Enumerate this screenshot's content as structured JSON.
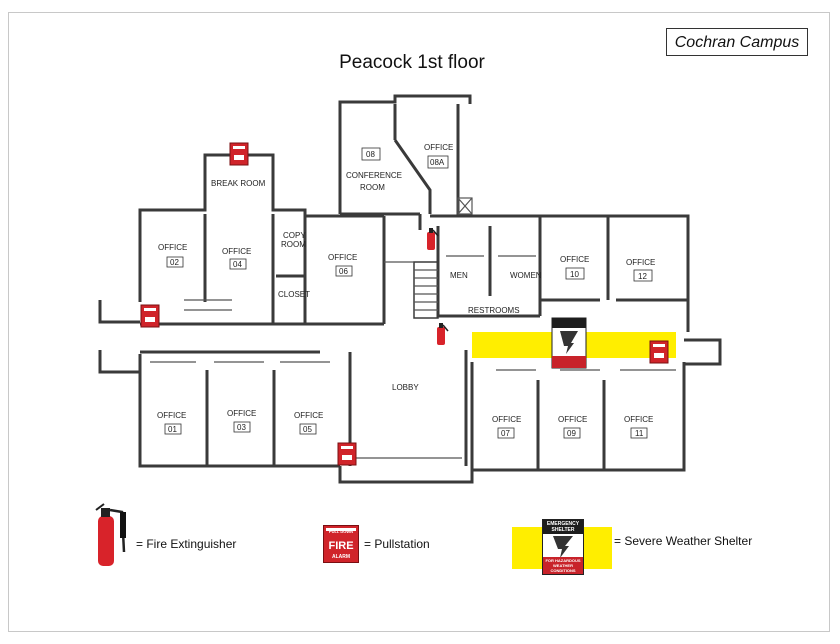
{
  "header": {
    "campus": "Cochran Campus",
    "title": "Peacock 1st floor"
  },
  "rooms": {
    "office_02": {
      "label": "OFFICE",
      "number": "02"
    },
    "office_04": {
      "label": "OFFICE",
      "number": "04"
    },
    "office_06": {
      "label": "OFFICE",
      "number": "06"
    },
    "office_01": {
      "label": "OFFICE",
      "number": "01"
    },
    "office_03": {
      "label": "OFFICE",
      "number": "03"
    },
    "office_05": {
      "label": "OFFICE",
      "number": "05"
    },
    "office_07": {
      "label": "OFFICE",
      "number": "07"
    },
    "office_09": {
      "label": "OFFICE",
      "number": "09"
    },
    "office_11": {
      "label": "OFFICE",
      "number": "11"
    },
    "office_10": {
      "label": "OFFICE",
      "number": "10"
    },
    "office_12": {
      "label": "OFFICE",
      "number": "12"
    },
    "office_08a": {
      "label": "OFFICE",
      "number": "08A"
    },
    "conference": {
      "label_1": "CONFERENCE",
      "label_2": "ROOM",
      "number": "08"
    },
    "break_room": "BREAK ROOM",
    "copy_room_1": "COPY",
    "copy_room_2": "ROOM",
    "closet": "CLOSET",
    "men": "MEN",
    "women": "WOMEN",
    "restrooms": "RESTROOMS",
    "lobby": "LOBBY"
  },
  "signs": {
    "pullstation_top": "PULL DOWN",
    "pullstation_fire": "FIRE",
    "pullstation_alarm": "ALARM",
    "shelter_header": "EMERGENCY SHELTER",
    "shelter_footer": "FOR HAZARDOUS WEATHER CONDITIONS"
  },
  "legend": {
    "fire_extinguisher": "= Fire Extinguisher",
    "pullstation": "= Pullstation",
    "severe_weather_shelter": "= Severe Weather Shelter"
  },
  "colors": {
    "shelter_highlight": "#ffee00",
    "extinguisher_red": "#d8232a",
    "pullstation_red": "#d0242a",
    "wall": "#3a3a3a"
  }
}
